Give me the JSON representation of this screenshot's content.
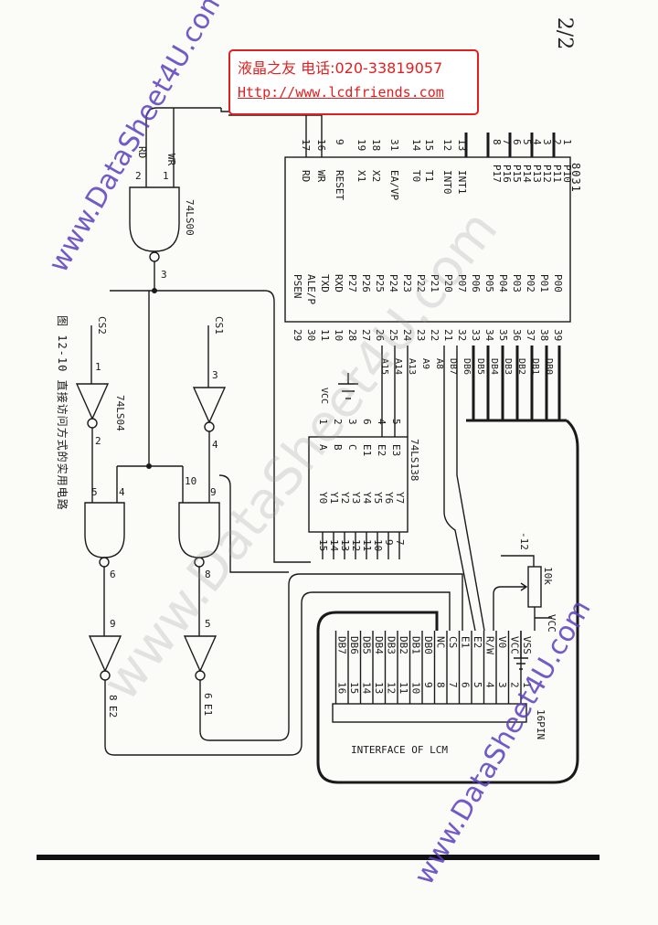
{
  "stamp": {
    "line1": "液晶之友 电话:020-33819057",
    "line2": "Http://www.lcdfriends.com"
  },
  "page_mark": "2/2",
  "caption": "图 12-10  直接访问方式的实用电路",
  "watermarks": {
    "diag": "www.DataSheet4U.com",
    "big": "www.DataSheet4U.com"
  },
  "mcu": {
    "name": "8031",
    "left_pins": [
      "17",
      "16",
      "9",
      "19",
      "18",
      "31",
      "14",
      "15",
      "12",
      "13"
    ],
    "left_names": [
      "RD",
      "WR",
      "RESET",
      "X1",
      "X2",
      "EA/VP",
      "T0",
      "T1",
      "INT0",
      "INT1"
    ],
    "top_pins": [
      "8",
      "7",
      "6",
      "5",
      "4",
      "3",
      "2",
      "1"
    ],
    "top_names": [
      "P17",
      "P16",
      "P15",
      "P14",
      "P13",
      "P12",
      "P11",
      "P10"
    ],
    "bottom_pins": [
      "29",
      "30",
      "11",
      "10",
      "28",
      "27",
      "26",
      "25",
      "24",
      "23",
      "22",
      "21",
      "32",
      "33",
      "34",
      "35",
      "36",
      "37",
      "38",
      "39"
    ],
    "bottom_names": [
      "PSEN",
      "ALE/P",
      "TXD",
      "RXD",
      "P27",
      "P26",
      "P25",
      "P24",
      "P23",
      "P22",
      "P21",
      "P20",
      "P07",
      "P06",
      "P05",
      "P04",
      "P03",
      "P02",
      "P01",
      "P00"
    ],
    "bus_labels": [
      "A15",
      "A14",
      "A13",
      "A9",
      "A8",
      "DB7",
      "DB6",
      "DB5",
      "DB4",
      "DB3",
      "DB2",
      "DB1",
      "DB0"
    ]
  },
  "nand_top": {
    "name": "74LS00",
    "pin_in1": "1",
    "pin_in2": "2",
    "pin_out": "3",
    "sig_a": "WR",
    "sig_b": "RD"
  },
  "decoder": {
    "name": "74LS138",
    "inputs": [
      "A",
      "B",
      "C",
      "E1",
      "E2",
      "E3"
    ],
    "outputs": [
      "Y0",
      "Y1",
      "Y2",
      "Y3",
      "Y4",
      "Y5",
      "Y6",
      "Y7"
    ],
    "in_pins": [
      "1",
      "2",
      "3",
      "6",
      "4",
      "5"
    ],
    "out_pins": [
      "15",
      "14",
      "13",
      "12",
      "11",
      "10",
      "9",
      "7"
    ],
    "vcc": "VCC"
  },
  "inverters_name": "74LS04",
  "gates": {
    "cs1": "CS1",
    "cs2": "CS2",
    "inv1_pins": [
      "3",
      "4"
    ],
    "inv2_pins": [
      "1",
      "2"
    ],
    "nand1_pins": [
      "5",
      "4",
      "6"
    ],
    "nand2_pins": [
      "9",
      "10",
      "8"
    ],
    "inv3_pins": [
      "9",
      "8"
    ],
    "inv4_pins": [
      "5",
      "6"
    ],
    "e1": "E1",
    "e2": "E2",
    "pin_e1": "6",
    "pin_e2": "8"
  },
  "pot": {
    "value": "10k",
    "neg": "-12",
    "vcc": "VCC"
  },
  "lcm": {
    "title": "INTERFACE OF LCM",
    "pins_label": "16PIN",
    "pin_nums": [
      "1",
      "2",
      "3",
      "4",
      "5",
      "6",
      "7",
      "8",
      "9",
      "10",
      "11",
      "12",
      "13",
      "14",
      "15",
      "16"
    ],
    "pin_names": [
      "VSS",
      "VCC",
      "V0",
      "R/W",
      "E2",
      "E1",
      "CS",
      "NC",
      "DB0",
      "DB1",
      "DB2",
      "DB3",
      "DB4",
      "DB5",
      "DB6",
      "DB7"
    ]
  }
}
